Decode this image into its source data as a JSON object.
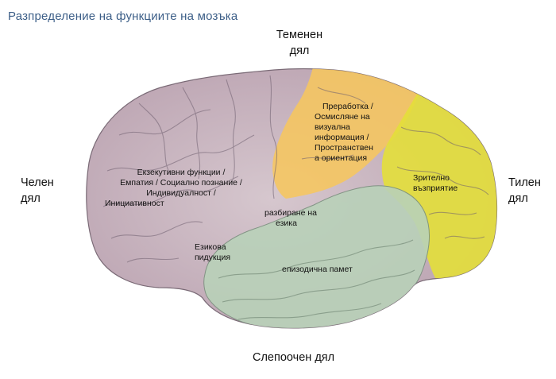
{
  "title": "Разпределение на функциите на мозъка",
  "lobes": {
    "parietal": {
      "line1": "Теменен",
      "line2": "дял",
      "color": "#f6c65e"
    },
    "frontal": {
      "line1": "Челен",
      "line2": "дял",
      "color": "#c8b3bf"
    },
    "occipital": {
      "line1": "Тилен",
      "line2": "дял",
      "color": "#e3df3a"
    },
    "temporal": {
      "line1": "Слепоочен дял",
      "color": "#b9d1b9"
    }
  },
  "functions": {
    "executive": {
      "line1": "Екзекутивни функции /",
      "line2": "Емпатия / Социално познание /",
      "line3": "Индивидуалност /",
      "line4": "Инициативност"
    },
    "visual_processing": {
      "line1": "Преработка /",
      "line2": "Осмисляне на",
      "line3": "визуална",
      "line4": "информация /",
      "line5": "Пространствен",
      "line6": "а ориентация"
    },
    "visual_perception": {
      "line1": "Зрително",
      "line2": "възприятие"
    },
    "language_comprehension": {
      "line1": "разбиране на",
      "line2": "езика"
    },
    "language_production": {
      "line1": "Езикова",
      "line2": "пидукция"
    },
    "episodic_memory": {
      "line1": "епизодична памет"
    }
  },
  "icons": {
    "brain": "brain-lateral-view"
  }
}
